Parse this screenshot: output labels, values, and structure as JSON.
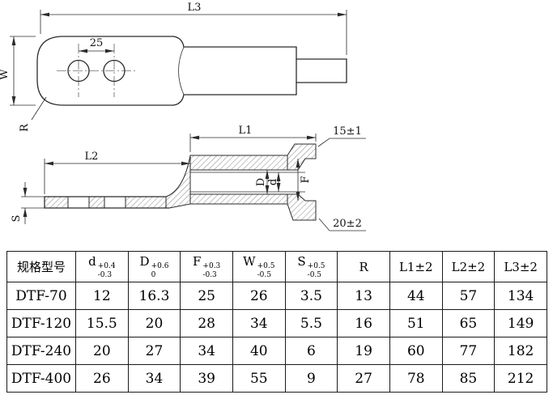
{
  "page": {
    "background": "#ffffff",
    "line_color": "#2b2b2b"
  },
  "drawing": {
    "top_view": {
      "dim_L3": "L3",
      "dim_hole_spacing": "25",
      "dim_W": "W",
      "dim_R": "R"
    },
    "side_view": {
      "dim_L1": "L1",
      "dim_flange_top": "15±1",
      "dim_L2": "L2",
      "dim_D": "D",
      "dim_d": "d",
      "dim_F": "F",
      "dim_flange_bottom": "20±2",
      "dim_S": "S"
    }
  },
  "table": {
    "headers": [
      {
        "label": "规格型号"
      },
      {
        "label": "d",
        "sup": "+0.4",
        "sub": "-0.3"
      },
      {
        "label": "D",
        "sup": "+0.6",
        "sub": "0"
      },
      {
        "label": "F",
        "sup": "+0.3",
        "sub": "-0.3"
      },
      {
        "label": "W",
        "sup": "+0.5",
        "sub": "-0.5"
      },
      {
        "label": "S",
        "sup": "+0.5",
        "sub": "-0.5"
      },
      {
        "label": "R"
      },
      {
        "label": "L1±2"
      },
      {
        "label": "L2±2"
      },
      {
        "label": "L3±2"
      }
    ],
    "rows": [
      [
        "DTF-70",
        "12",
        "16.3",
        "25",
        "26",
        "3.5",
        "13",
        "44",
        "57",
        "134"
      ],
      [
        "DTF-120",
        "15.5",
        "20",
        "28",
        "34",
        "5.5",
        "16",
        "51",
        "65",
        "149"
      ],
      [
        "DTF-240",
        "20",
        "27",
        "34",
        "40",
        "6",
        "19",
        "60",
        "77",
        "182"
      ],
      [
        "DTF-400",
        "26",
        "34",
        "39",
        "55",
        "9",
        "27",
        "78",
        "85",
        "212"
      ]
    ]
  }
}
